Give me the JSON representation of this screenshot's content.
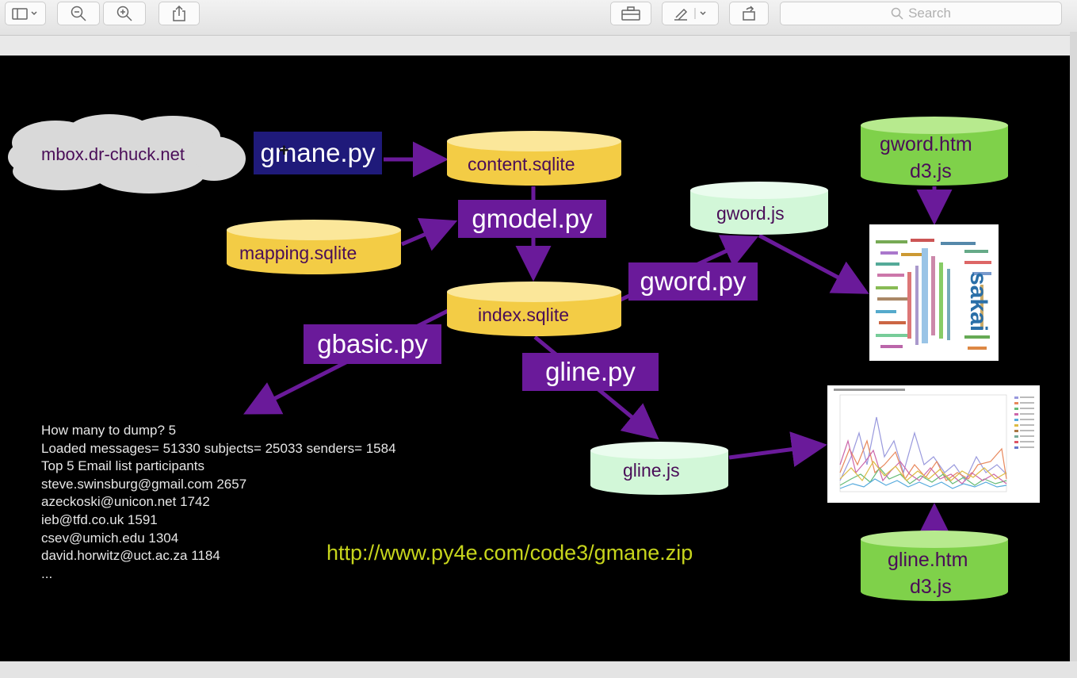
{
  "toolbar": {
    "search_placeholder": "Search"
  },
  "slide": {
    "cloud": "mbox.dr-chuck.net",
    "gmane": "gmane.py",
    "content_db": "content.sqlite",
    "gmodel": "gmodel.py",
    "mapping_db": "mapping.sqlite",
    "index_db": "index.sqlite",
    "gbasic": "gbasic.py",
    "gword_py": "gword.py",
    "gword_js": "gword.js",
    "gline_py": "gline.py",
    "gline_js": "gline.js",
    "gword_htm_1": "gword.htm",
    "gword_htm_2": "d3.js",
    "gline_htm_1": "gline.htm",
    "gline_htm_2": "d3.js",
    "wordcloud_word": "sakai",
    "url": "http://www.py4e.com/code3/gmane.zip",
    "terminal": [
      "How many to dump? 5",
      "Loaded messages= 51330 subjects= 25033 senders= 1584",
      "Top 5 Email list participants",
      "steve.swinsburg@gmail.com 2657",
      "azeckoski@unicon.net 1742",
      "ieb@tfd.co.uk 1591",
      "csev@umich.edu 1304",
      "david.horwitz@uct.ac.za 1184",
      "..."
    ]
  },
  "colors": {
    "purple_box": "#6a1a9a",
    "blue_box": "#1f1a7a",
    "gold_db": "#f3cc45",
    "mint_db": "#d2f7d8",
    "green_db": "#7fd14a",
    "url": "#c7d51c"
  }
}
